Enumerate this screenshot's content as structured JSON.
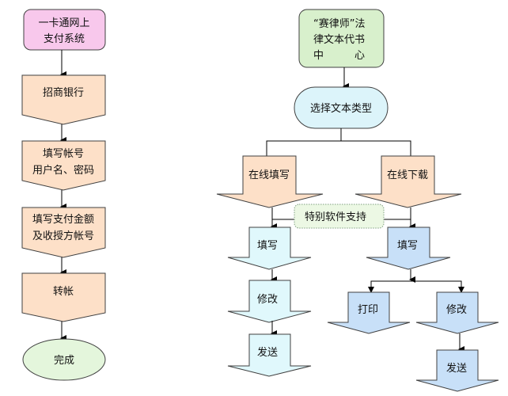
{
  "colors": {
    "pink": "#f8c8ec",
    "peach": "#fde0c8",
    "green_box": "#d8f0cc",
    "ellipse_green": "#e4f6dc",
    "capsule_cyan": "#dcf4fa",
    "light_cyan": "#e0f8fc",
    "light_blue": "#c8e0f8",
    "dotted_box": "#ecf8e4",
    "stroke": "#404040"
  },
  "left_flow": {
    "start": [
      "一卡通网上",
      "支付系统"
    ],
    "steps": [
      [
        "招商银行"
      ],
      [
        "填写帐号",
        "用户名、密码"
      ],
      [
        "填写支付金额",
        "及收授方帐号"
      ],
      [
        "转帐"
      ]
    ],
    "end": "完成"
  },
  "right_flow": {
    "start": [
      "“赛律师”法",
      "律文本代书",
      "中　　　心"
    ],
    "choose": "选择文本类型",
    "branches": {
      "online_fill": "在线填写",
      "online_download": "在线下载"
    },
    "support_note": "特别软件支持",
    "fill_branch_steps": [
      "填写",
      "修改",
      "发送"
    ],
    "download_branch": {
      "fill": "填写",
      "print": "打印",
      "modify": "修改",
      "send": "发送"
    }
  },
  "return_mark": "↵"
}
